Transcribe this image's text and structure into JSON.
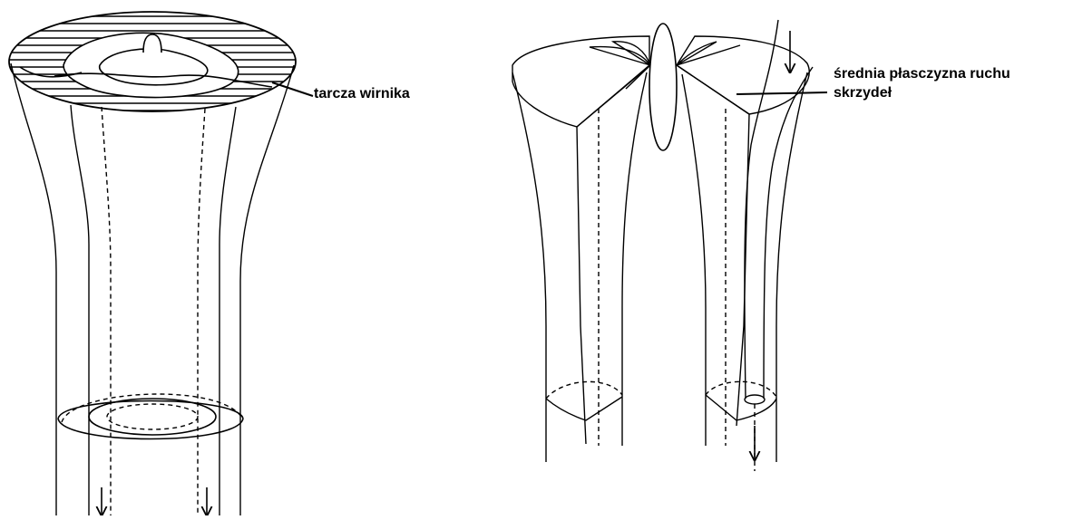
{
  "labels": {
    "rotor_disk": "tarcza wirnika",
    "mean_plane_line1": "średnia płasczyzna ruchu",
    "mean_plane_line2": "skrzydeł"
  },
  "colors": {
    "stroke": "#000000",
    "background": "#ffffff"
  }
}
